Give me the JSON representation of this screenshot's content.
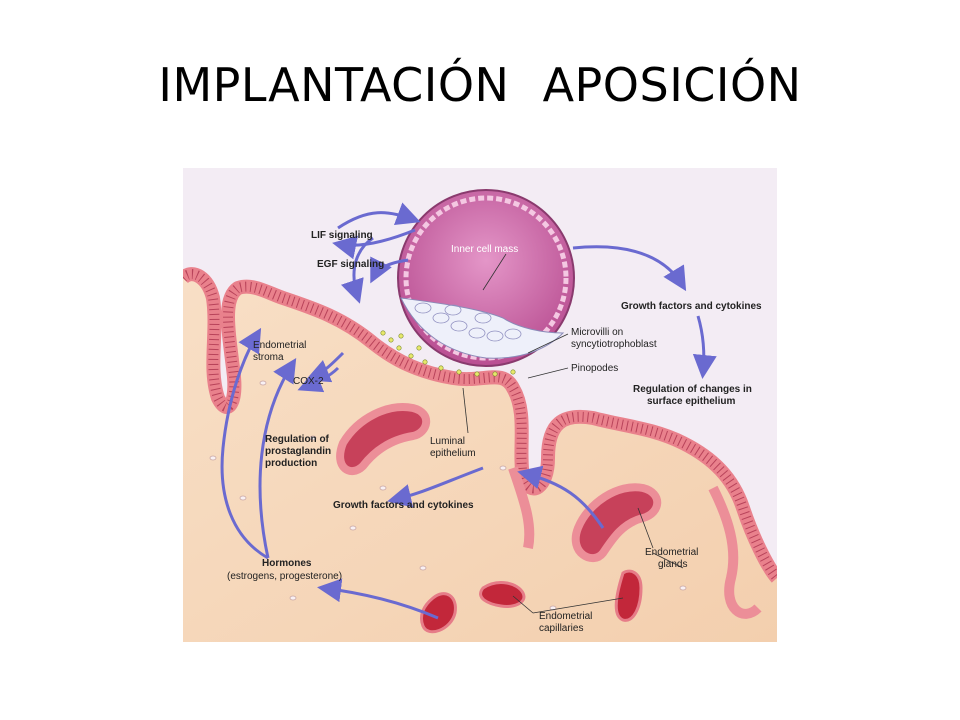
{
  "slide": {
    "title": "IMPLANTACIÓN  APOSICIÓN"
  },
  "diagram": {
    "labels": {
      "lif_signaling": "LIF signaling",
      "egf_signaling": "EGF signaling",
      "inner_cell_mass": "Inner cell mass",
      "growth_factors_top": "Growth factors and cytokines",
      "microvilli_line1": "Microvilli on",
      "microvilli_line2": "syncytiotrophoblast",
      "pinopodes": "Pinopodes",
      "regulation_changes_line1": "Regulation of changes in",
      "regulation_changes_line2": "surface epithelium",
      "endometrial_stroma_line1": "Endometrial",
      "endometrial_stroma_line2": "stroma",
      "cox2": "COX-2",
      "regulation_prostaglandin_line1": "Regulation of",
      "regulation_prostaglandin_line2": "prostaglandin",
      "regulation_prostaglandin_line3": "production",
      "luminal_epithelium_line1": "Luminal",
      "luminal_epithelium_line2": "epithelium",
      "growth_factors_bottom": "Growth factors and cytokines",
      "endometrial_glands_line1": "Endometrial",
      "endometrial_glands_line2": "glands",
      "hormones_line1": "Hormones",
      "hormones_line2": "(estrogens, progesterone)",
      "endometrial_capillaries_line1": "Endometrial",
      "endometrial_capillaries_line2": "capillaries"
    },
    "colors": {
      "background": "#f4ecf4",
      "stroma": "#f6d9bd",
      "epithelium": "#e9818c",
      "blastocyst": "#c75c9c",
      "arrow": "#6a6ad0",
      "capillary": "#c2273a"
    }
  }
}
